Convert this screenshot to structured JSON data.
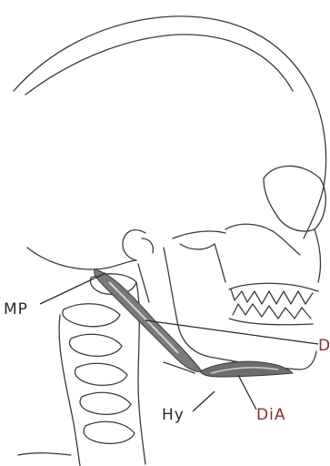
{
  "labels": {
    "mp": "MP",
    "di": "D",
    "hy": "Hy",
    "dia": "DiA"
  },
  "colors": {
    "outline": "#3b3b3b",
    "muscle_dark": "#6d6d6d",
    "muscle_light": "#bdbdbd",
    "label_red": "#8a2b2b"
  }
}
